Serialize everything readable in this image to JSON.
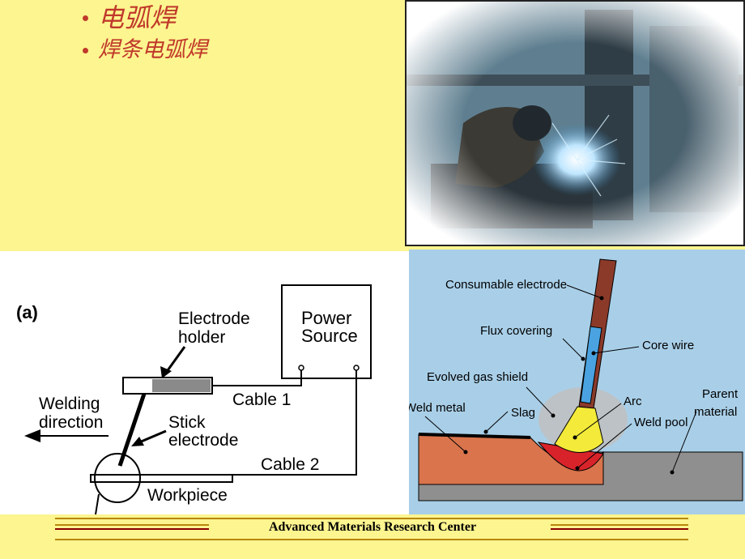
{
  "bullets": {
    "main": "电弧焊",
    "sub": "焊条电弧焊"
  },
  "photo": {
    "description_icon": "welder-photo"
  },
  "diagram_a": {
    "panel_label": "(a)",
    "electrode_holder": [
      "Electrode",
      "holder"
    ],
    "power_source": [
      "Power",
      "Source"
    ],
    "cable1": "Cable 1",
    "cable2": "Cable 2",
    "welding_direction": [
      "Welding",
      "direction"
    ],
    "stick_electrode": [
      "Stick",
      "electrode"
    ],
    "workpiece": "Workpiece"
  },
  "diagram_b": {
    "consumable_electrode": "Consumable electrode",
    "flux_covering": "Flux covering",
    "core_wire": "Core wire",
    "evolved_gas_shield": "Evolved gas shield",
    "weld_metal": "Weld metal",
    "slag": "Slag",
    "arc": "Arc",
    "weld_pool": "Weld pool",
    "parent_material": [
      "Parent",
      "material"
    ]
  },
  "footer": {
    "text": "Advanced Materials Research Center"
  },
  "colors": {
    "background": "#fdf58f",
    "accent_red": "#c0392b",
    "diagram_blue": "#a9cfe8"
  }
}
